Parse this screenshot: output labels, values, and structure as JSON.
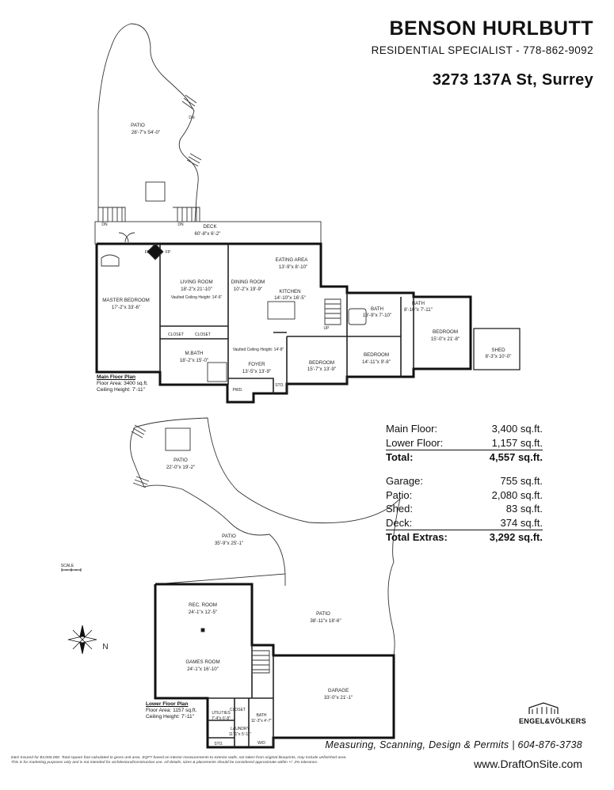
{
  "header": {
    "agent_name": "BENSON HURLBUTT",
    "agent_role": "RESIDENTIAL SPECIALIST - 778-862-9092",
    "address": "3273 137A St, Surrey"
  },
  "main_floor": {
    "rooms": [
      {
        "name": "PATIO",
        "dims": "28'-7\"x 54'-0\""
      },
      {
        "name": "DECK",
        "dims": "60'-8\"x 6'-2\""
      },
      {
        "name": "MASTER BEDROOM",
        "dims": "17'-2\"x 33'-6\""
      },
      {
        "name": "LIVING ROOM",
        "dims": "18'-2\"x 21'-10\"",
        "note": "Vaulted Ceiling Height: 14'-6\""
      },
      {
        "name": "DINING ROOM",
        "dims": "10'-2\"x 19'-9\""
      },
      {
        "name": "EATING AREA",
        "dims": "13'-9\"x 8'-10\""
      },
      {
        "name": "KITCHEN",
        "dims": "14'-10\"x 16'-5\""
      },
      {
        "name": "M.BATH",
        "dims": "18'-2\"x 15'-0\""
      },
      {
        "name": "FOYER",
        "dims": "13'-5\"x 13'-9\"",
        "note": "Vaulted Ceiling Height: 14'-8\""
      },
      {
        "name": "BEDROOM",
        "dims": "15'-7\"x 13'-9\""
      },
      {
        "name": "BEDROOM",
        "dims": "14'-11\"x 9'-8\""
      },
      {
        "name": "BATH",
        "dims": "13'-9\"x 7'-10\""
      },
      {
        "name": "BATH",
        "dims": "8'-10\"x 7'-11\""
      },
      {
        "name": "BEDROOM",
        "dims": "15'-0\"x 21'-8\""
      },
      {
        "name": "SHED",
        "dims": "8'-3\"x 10'-0\""
      }
    ],
    "small_labels": {
      "closet": "CLOSET",
      "pwd": "PWD.",
      "sto": "STO.",
      "dn": "DN",
      "up": "UP",
      "fp": "FP"
    },
    "legend": {
      "heading": "Main Floor Plan",
      "area": "Floor Area: 3400 sq.ft.",
      "ceiling": "Ceiling Height: 7'-11\""
    }
  },
  "lower_floor": {
    "rooms": [
      {
        "name": "PATIO",
        "dims": "22'-0\"x 19'-2\""
      },
      {
        "name": "PATIO",
        "dims": "35'-9\"x 25'-1\""
      },
      {
        "name": "REC. ROOM",
        "dims": "24'-1\"x 12'-5\""
      },
      {
        "name": "GAMES ROOM",
        "dims": "24'-1\"x 16'-10\""
      },
      {
        "name": "PATIO",
        "dims": "38'-11\"x 18'-6\""
      },
      {
        "name": "GARAGE",
        "dims": "33'-0\"x 21'-1\""
      },
      {
        "name": "UTILITIES",
        "dims": "7'-4\"x 6'-8\""
      },
      {
        "name": "LAUNDRY",
        "dims": "11'-1\"x 5'-11\""
      },
      {
        "name": "BATH",
        "dims": "11'-3\"x 4'-7\""
      }
    ],
    "small_labels": {
      "closet": "CLOSET",
      "sto": "STO.",
      "wd": "W/D",
      "scale": "SCALE"
    },
    "legend": {
      "heading": "Lower Floor Plan",
      "area": "Floor Area: 1157 sq.ft.",
      "ceiling": "Ceiling Height: 7'-11\""
    }
  },
  "area_summary": {
    "living": [
      {
        "label": "Main Floor:",
        "value": "3,400 sq.ft."
      },
      {
        "label": "Lower Floor:",
        "value": "1,157 sq.ft."
      }
    ],
    "total": {
      "label": "Total:",
      "value": "4,557 sq.ft."
    },
    "extras": [
      {
        "label": "Garage:",
        "value": "755 sq.ft."
      },
      {
        "label": "Patio:",
        "value": "2,080 sq.ft."
      },
      {
        "label": "Shed:",
        "value": "83 sq.ft."
      },
      {
        "label": "Deck:",
        "value": "374 sq.ft."
      }
    ],
    "total_extras": {
      "label": "Total Extras:",
      "value": "3,292 sq.ft."
    }
  },
  "compass": {
    "label": "N"
  },
  "footer": {
    "services": "Measuring, Scanning, Design & Permits | 604-876-3738",
    "website": "www.DraftOnSite.com",
    "brand": "ENGEL&VÖLKERS",
    "disclaimer_1": "E&O Insured for $3,000,000. Total square foot calculated to gross unit area. SQFT based on interior measurements to exterior walls, not taken from original blueprints, may include unfinished area.",
    "disclaimer_2": "This is for marketing purposes only and is not intended for architectural/construction use. All details, sizes & placements should be considered approximate within +/- 2% tolerance."
  },
  "colors": {
    "wall": "#111111",
    "line": "#333333",
    "ink": "#111111"
  }
}
